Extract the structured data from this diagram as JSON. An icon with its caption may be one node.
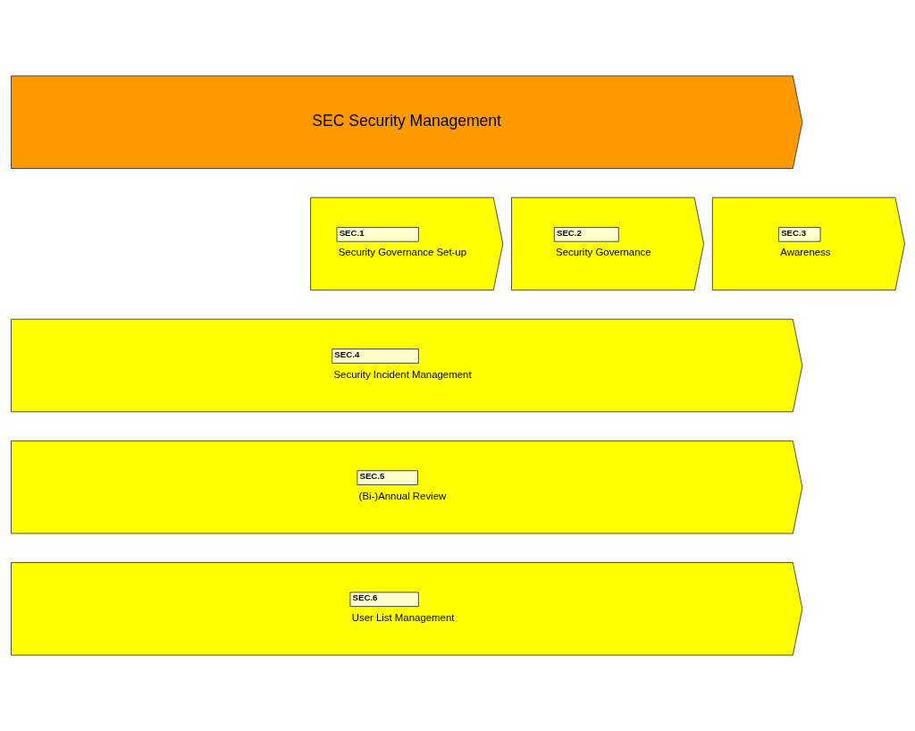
{
  "diagram": {
    "nodes": [
      {
        "text": [
          "SEC Security Management"
        ]
      },
      {
        "text": [
          "SEC.1",
          "Security Governance Set-up"
        ]
      },
      {
        "text": [
          "SEC.2",
          "Security Governance"
        ]
      },
      {
        "text": [
          "SEC.3",
          "Awareness"
        ]
      },
      {
        "text": [
          "SEC.4",
          "Security Incident Management"
        ]
      },
      {
        "text": [
          "SEC.5",
          "(Bi-)Annual Review"
        ]
      },
      {
        "text": [
          "SEC.6",
          "User List Management"
        ]
      }
    ],
    "edges": []
  }
}
